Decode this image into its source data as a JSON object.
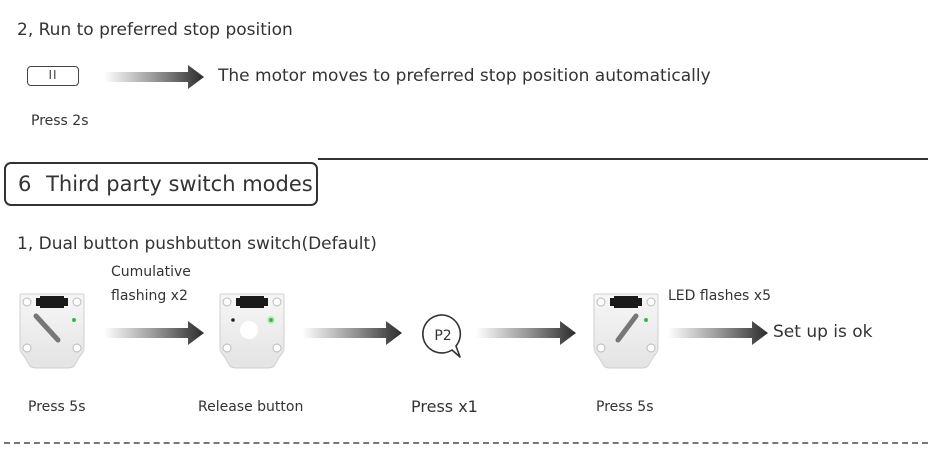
{
  "step2": {
    "title": "2, Run to preferred stop position",
    "button_glyph": "II",
    "description": "The motor moves to preferred stop position automatically",
    "press_label": "Press 2s"
  },
  "section": {
    "number": "6",
    "title": "Third party switch modes"
  },
  "step1": {
    "title": "1, Dual button pushbutton switch(Default)",
    "arrow1_label_line1": "Cumulative",
    "arrow1_label_line2": "flashing x2",
    "arrow4_label": "LED flashes x5",
    "result": "Set up is ok",
    "press_5s_a": "Press 5s",
    "release": "Release button",
    "press_x1": "Press x1",
    "press_5s_b": "Press 5s",
    "p2_label": "P2"
  },
  "colors": {
    "led_green": "#3cb44b",
    "arrow_dark": "#2b2b2b",
    "text": "#333333"
  }
}
